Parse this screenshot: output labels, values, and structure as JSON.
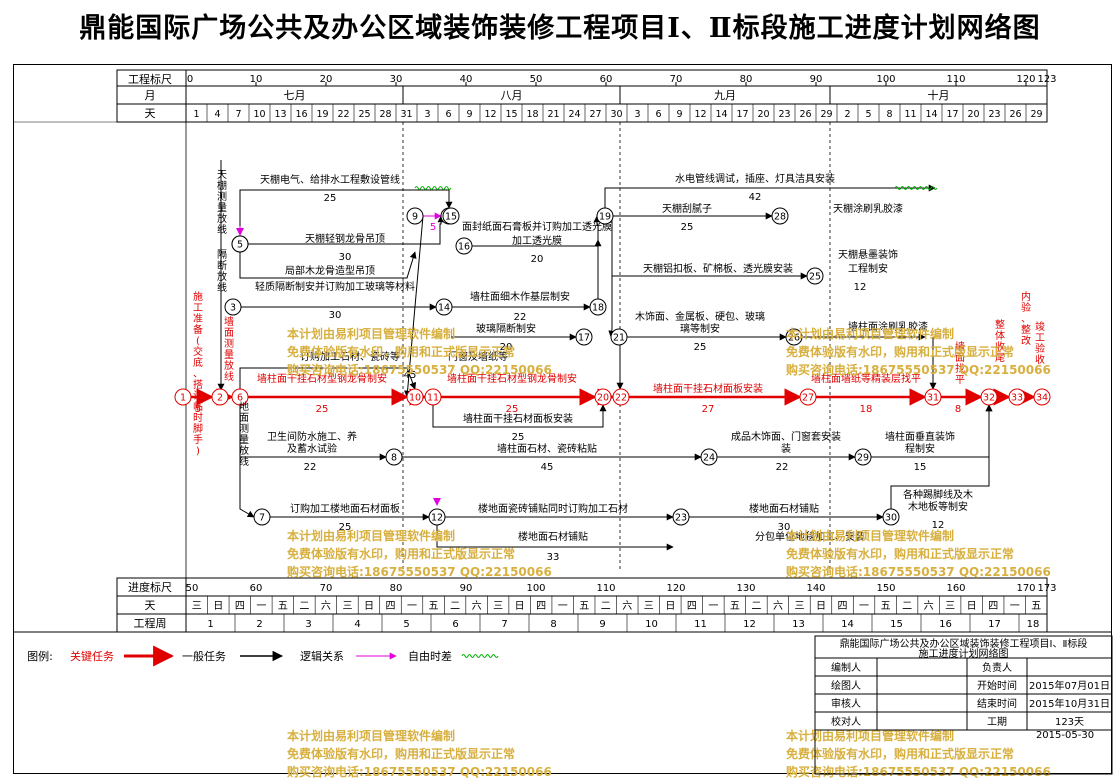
{
  "title": "鼎能国际广场公共及办公区域装饰装修工程项目Ⅰ、Ⅱ标段施工进度计划网络图",
  "header": {
    "row_labels": [
      "工程标尺",
      "月",
      "天"
    ],
    "scale_ticks": [
      "0",
      "10",
      "20",
      "30",
      "40",
      "50",
      "60",
      "70",
      "80",
      "90",
      "100",
      "110",
      "120",
      "123"
    ],
    "months": [
      "七月",
      "八月",
      "九月",
      "十月"
    ],
    "days": [
      "1",
      "4",
      "7",
      "10",
      "13",
      "16",
      "19",
      "22",
      "25",
      "28",
      "31",
      "3",
      "6",
      "9",
      "12",
      "15",
      "18",
      "21",
      "24",
      "27",
      "30",
      "3",
      "6",
      "9",
      "12",
      "15",
      "18",
      "21",
      "24",
      "27",
      "30",
      "3",
      "6",
      "9",
      "12",
      "15",
      "18",
      "21",
      "24",
      "27",
      "30",
      "3",
      "6",
      "9",
      "12",
      "15",
      "18",
      "21",
      "24",
      "27",
      "30",
      "3",
      "6",
      "9",
      "12",
      "15",
      "18",
      "21",
      "24",
      "27",
      "30",
      "3",
      "6",
      "9",
      "12",
      "15",
      "18",
      "21",
      "24",
      "27",
      "30",
      "3",
      "6",
      "9",
      "12",
      "15",
      "18",
      "21",
      "24",
      "27",
      "30",
      "3",
      "6",
      "9",
      "12",
      "15",
      "18",
      "21",
      "24",
      "27",
      "30",
      "3",
      "6",
      "9",
      "12",
      "15",
      "18",
      "21",
      "24",
      "27",
      "30",
      "3",
      "6",
      "9",
      "12",
      "15",
      "18",
      "21",
      "24",
      "27",
      "30",
      "3",
      "6",
      "9",
      "12",
      "15",
      "18",
      "21",
      "24",
      "27",
      "30",
      "3",
      "6",
      "9",
      "12",
      "15",
      "18",
      "21",
      "24",
      "27",
      "30",
      "3",
      "6",
      "9",
      "12",
      "15",
      "18",
      "21",
      "24",
      "27",
      "30",
      "3",
      "6",
      "9",
      "12",
      "15",
      "18",
      "21",
      "24",
      "27",
      "30",
      "3",
      "6",
      "9",
      "12",
      "15",
      "18",
      "21",
      "24",
      "27",
      "30",
      "3",
      "6",
      "9",
      "12",
      "15",
      "18",
      "21",
      "24",
      "27",
      "30"
    ]
  },
  "header_days_visible": [
    "1",
    "4",
    "7",
    "10",
    "13",
    "16",
    "19",
    "22",
    "25",
    "28",
    "31",
    "3",
    "6",
    "9",
    "12",
    "15",
    "18",
    "21",
    "24",
    "27",
    "30",
    "3",
    "6",
    "9",
    "12",
    "14",
    "17",
    "20",
    "23",
    "26",
    "29",
    "2",
    "5",
    "8",
    "11",
    "14",
    "17",
    "20",
    "23",
    "26",
    "29"
  ],
  "footer": {
    "row_labels": [
      "进度标尺",
      "天",
      "工程周"
    ],
    "scale_ticks": [
      "50",
      "60",
      "70",
      "80",
      "90",
      "100",
      "110",
      "120",
      "130",
      "140",
      "150",
      "160",
      "170",
      "173"
    ],
    "weekdays": [
      "三",
      "日",
      "四",
      "一",
      "五",
      "二",
      "六",
      "三",
      "日",
      "四",
      "一",
      "五",
      "二",
      "六",
      "三",
      "日",
      "四",
      "一",
      "五",
      "二",
      "六",
      "三",
      "日",
      "四",
      "一",
      "五",
      "二",
      "六",
      "三",
      "日",
      "四",
      "一",
      "五",
      "二",
      "六",
      "三",
      "日",
      "四",
      "一",
      "五"
    ],
    "weeks": [
      "1",
      "2",
      "3",
      "4",
      "5",
      "6",
      "7",
      "8",
      "9",
      "10",
      "11",
      "12",
      "13",
      "14",
      "15",
      "16",
      "17",
      "18"
    ]
  },
  "nodes": [
    "1",
    "2",
    "3",
    "4",
    "5",
    "6",
    "7",
    "8",
    "9",
    "10",
    "11",
    "12",
    "13",
    "14",
    "15",
    "16",
    "17",
    "18",
    "19",
    "20",
    "21",
    "22",
    "23",
    "24",
    "25",
    "26",
    "27",
    "28",
    "29",
    "30",
    "31",
    "32",
    "33",
    "34"
  ],
  "tasks": [
    {
      "name": "天棚电气、给排水工程敷设管线",
      "duration": "25"
    },
    {
      "name": "天棚轻钢龙骨吊顶",
      "duration": "30"
    },
    {
      "name": "局部木龙骨造型吊顶",
      "duration": ""
    },
    {
      "name": "轻质隔断制安并订购加工玻璃等材料",
      "duration": "30"
    },
    {
      "name": "订购加工石材、瓷砖等",
      "duration": "45"
    },
    {
      "name": "墙柱面干挂石材型钢龙骨制安",
      "duration": "25"
    },
    {
      "name": "墙柱面干挂石材型钢龙骨制安",
      "duration": "25"
    },
    {
      "name": "墙柱面干挂石材面板安装",
      "duration": "27"
    },
    {
      "name": "墙柱面干挂石材面板安装",
      "duration": "25"
    },
    {
      "name": "卫生间防水施工、养护及蓄水试验",
      "duration": "22"
    },
    {
      "name": "墙柱面石材、瓷砖粘贴",
      "duration": "45"
    },
    {
      "name": "订购加工楼地面石材面板",
      "duration": "25"
    },
    {
      "name": "楼地面瓷砖铺贴同时订购加工石材",
      "duration": ""
    },
    {
      "name": "楼地面石材铺贴",
      "duration": "33"
    },
    {
      "name": "楼地面石材铺贴",
      "duration": "30"
    },
    {
      "name": "分包单位地毯加工、安装",
      "duration": ""
    },
    {
      "name": "墙柱面细木作基层制安",
      "duration": "22"
    },
    {
      "name": "玻璃隔断制安",
      "duration": "20"
    },
    {
      "name": "门窗及墙纸等",
      "duration": ""
    },
    {
      "name": "面封纸面石膏板并订购加工透光膜",
      "duration": "20"
    },
    {
      "name": "水电管线调试，插座、灯具洁具安装",
      "duration": "42"
    },
    {
      "name": "天棚刮腻子",
      "duration": "25"
    },
    {
      "name": "天棚涂刷乳胶漆",
      "duration": ""
    },
    {
      "name": "天棚铝扣板、矿棉板、透光膜安装",
      "duration": ""
    },
    {
      "name": "天棚悬墨装饰工程制安",
      "duration": "12"
    },
    {
      "name": "木饰面、金属板、硬包、玻璃等制安",
      "duration": "25"
    },
    {
      "name": "墙柱面涂刷乳胶漆",
      "duration": ""
    },
    {
      "name": "墙柱面墙纸等精装层找平",
      "duration": "18"
    },
    {
      "name": "成品木饰面、门窗套安装",
      "duration": "22"
    },
    {
      "name": "墙柱面垂直装饰工程制安",
      "duration": "15"
    },
    {
      "name": "各种踢脚线及木地板等制安",
      "duration": "12"
    }
  ],
  "vertical_labels": [
    "施工准备(交底、搭设临时脚手)",
    "天棚测量放线",
    "墙面测量放线",
    "地面测量放线",
    "隔断放线",
    "整体收尾",
    "竣工验收",
    "内验、整改",
    "墙面找平"
  ],
  "watermark": {
    "line1": "本计划由易利项目管理软件编制",
    "line2": "免费体验版有水印，购用和正式版显示正常",
    "line3": "购买咨询电话:18675550537 QQ:22150066"
  },
  "legend": {
    "label": "图例:",
    "items": [
      "关键任务",
      "一般任务",
      "逻辑关系",
      "自由时差"
    ]
  },
  "info_table": {
    "caption": "鼎能国际广场公共及办公区域装饰装修工程项目Ⅰ、Ⅱ标段施工进度计划网络图",
    "rows": [
      [
        "编制人",
        "",
        "负责人",
        ""
      ],
      [
        "绘图人",
        "",
        "开始时间",
        "2015年07月01日"
      ],
      [
        "审核人",
        "",
        "结束时间",
        "2015年10月31日"
      ],
      [
        "校对人",
        "",
        "工期",
        "123天"
      ]
    ],
    "date": "2015-05-30"
  },
  "colors": {
    "critical": "#e00000",
    "normal": "#000000",
    "logic": "#000000",
    "float": "#00b000",
    "free": "#e000e0",
    "watermark": "#d8b040"
  }
}
